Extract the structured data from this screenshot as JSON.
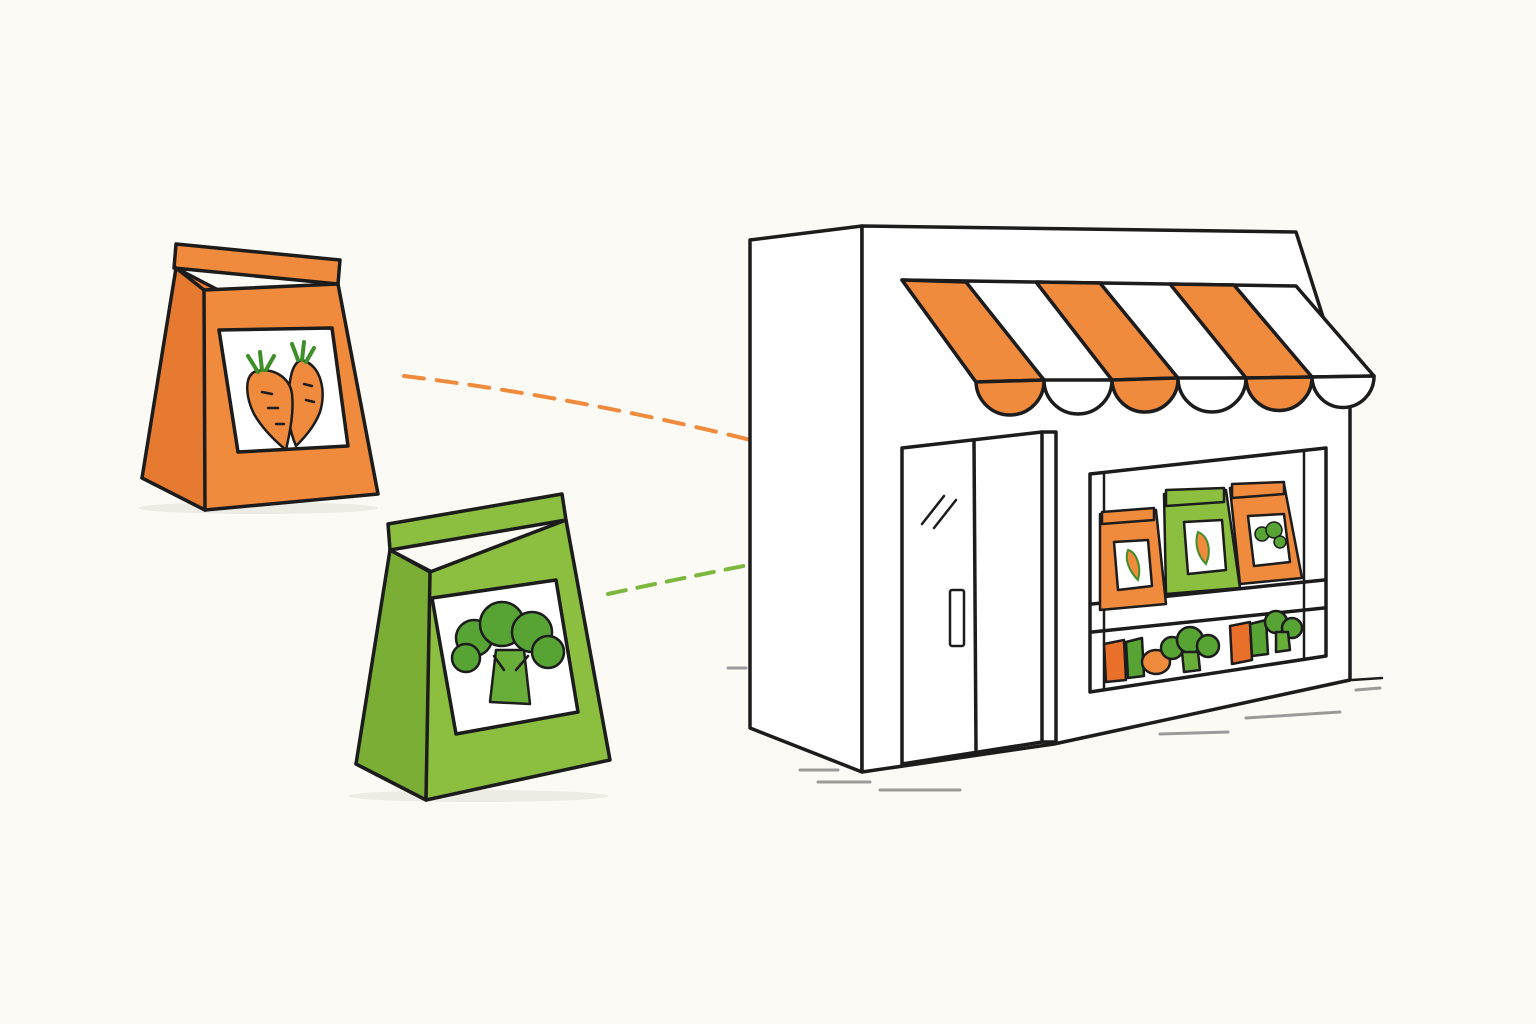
{
  "colors": {
    "background": "#fcfaf4",
    "carrot_orange": "#f08a3c",
    "carrot_orange_dark": "#e0732a",
    "veg_green": "#8cbf3f",
    "veg_green_dark": "#4f9a2c",
    "line": "#1c1c1c",
    "white": "#ffffff",
    "shadow": "#9a9a9a"
  },
  "icons": {
    "orange_bag": "carrot-icon",
    "green_bag": "broccoli-icon",
    "store": "storefront-icon",
    "arrows": "arrow-right-icon"
  },
  "flows": [
    {
      "from": "orange-carrot-bag",
      "to": "grocery-store",
      "color": "#f08a3c",
      "style": "dashed"
    },
    {
      "from": "green-broccoli-bag",
      "to": "grocery-store",
      "color": "#7db83e",
      "style": "dashed"
    }
  ],
  "store": {
    "awning_stripes": [
      "orange",
      "white",
      "orange",
      "white",
      "orange",
      "white"
    ],
    "window_bags": [
      "orange",
      "green",
      "orange"
    ]
  }
}
